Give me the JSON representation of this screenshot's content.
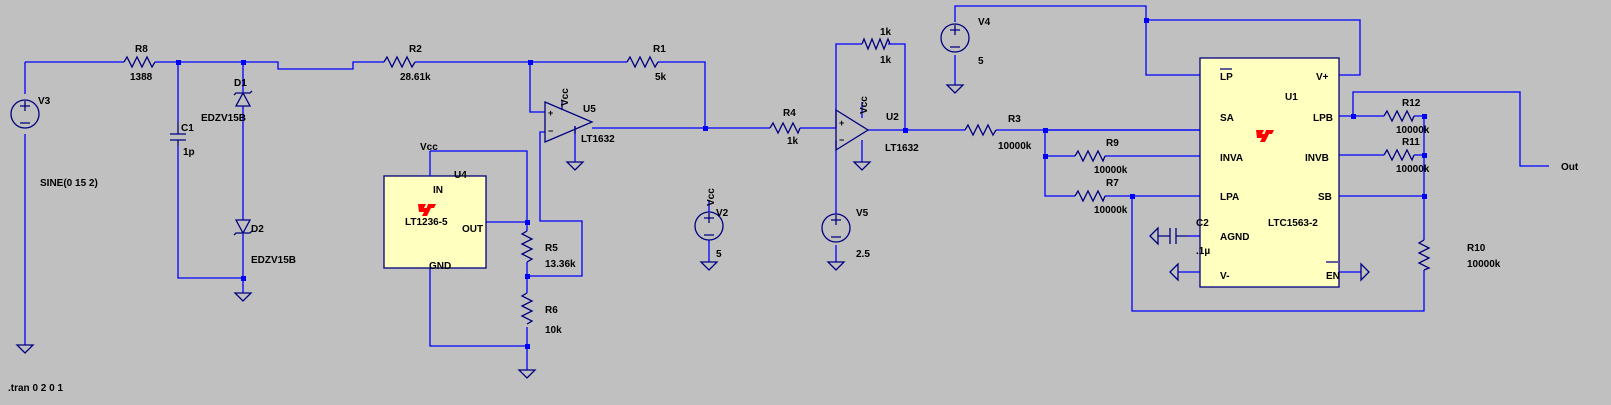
{
  "labels": {
    "r8_name": "R8",
    "r8_val": "1388",
    "r2_name": "R2",
    "r2_val": "28.61k",
    "r1_name": "R1",
    "r1_val": "5k",
    "r4_name": "R4",
    "r4_val": "1k",
    "r_fb_name": "1k",
    "r_fb_val": "1k",
    "r3_name": "R3",
    "r3_val": "10000k",
    "r9_name": "R9",
    "r9_val": "10000k",
    "r7_name": "R7",
    "r7_val": "10000k",
    "r12_name": "R12",
    "r12_val": "10000k",
    "r11_name": "R11",
    "r11_val": "10000k",
    "r10_name": "R10",
    "r10_val": "10000k",
    "r5_name": "R5",
    "r5_val": "13.36k",
    "r6_name": "R6",
    "r6_val": "10k",
    "c1_name": "C1",
    "c1_val": "1p",
    "c2_name": "C2",
    "c2_val": ".1µ",
    "d1_name": "D1",
    "d1_val": "EDZV15B",
    "d2_name": "D2",
    "d2_val": "EDZV15B",
    "v3_name": "V3",
    "v3_val": "SINE(0 15 2)",
    "v2_name": "V2",
    "v2_val": "5",
    "v5_name": "V5",
    "v5_val": "2.5",
    "v4_name": "V4",
    "v4_val": "5",
    "u5_name": "U5",
    "u5_val": "LT1632",
    "u2_name": "U2",
    "u2_val": "LT1632",
    "u4_name": "U4",
    "u4_val": "LT1236-5",
    "u4_pin_in": "IN",
    "u4_pin_out": "OUT",
    "u4_pin_gnd": "GND",
    "u1_name": "U1",
    "u1_val": "LTC1563-2",
    "u1_pins": {
      "lp": "LP",
      "sa": "SA",
      "inva": "INVA",
      "lpa": "LPA",
      "agnd": "AGND",
      "vminus": "V-",
      "vplus": "V+",
      "lpb": "LPB",
      "invb": "INVB",
      "sb": "SB",
      "en": "EN"
    },
    "vcc": "Vcc",
    "out": "Out",
    "directive": ".tran 0 2 0 1"
  },
  "colors": {
    "background": "#c0c0c0",
    "wire": "#0000ff",
    "component": "#000080",
    "ic_fill": "#ffffc0",
    "logo": "#ff0000"
  }
}
